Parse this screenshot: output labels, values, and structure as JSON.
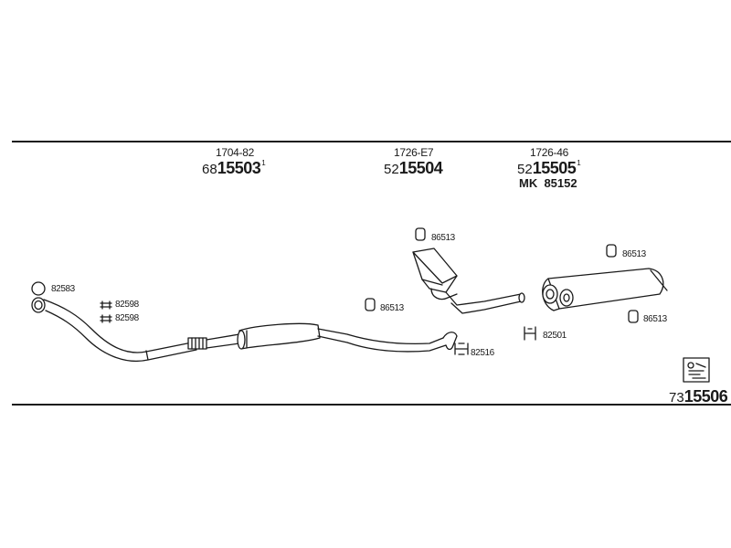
{
  "sections": [
    {
      "code": "1704-82",
      "prefix": "68",
      "number": "15503",
      "mark": "1"
    },
    {
      "code": "1726-E7",
      "prefix": "52",
      "number": "15504",
      "mark": ""
    },
    {
      "code": "1726-46",
      "prefix": "52",
      "number": "15505",
      "mark": "1",
      "extra": "MK  85152"
    }
  ],
  "parts": {
    "p82583": "82583",
    "p82598a": "82598",
    "p82598b": "82598",
    "p86513_mid": "86513",
    "p86513_top": "86513",
    "p82516": "82516",
    "p82501": "82501",
    "p86513_right_top": "86513",
    "p86513_right_bot": "86513"
  },
  "kit": {
    "prefix": "73",
    "number": "15506"
  }
}
